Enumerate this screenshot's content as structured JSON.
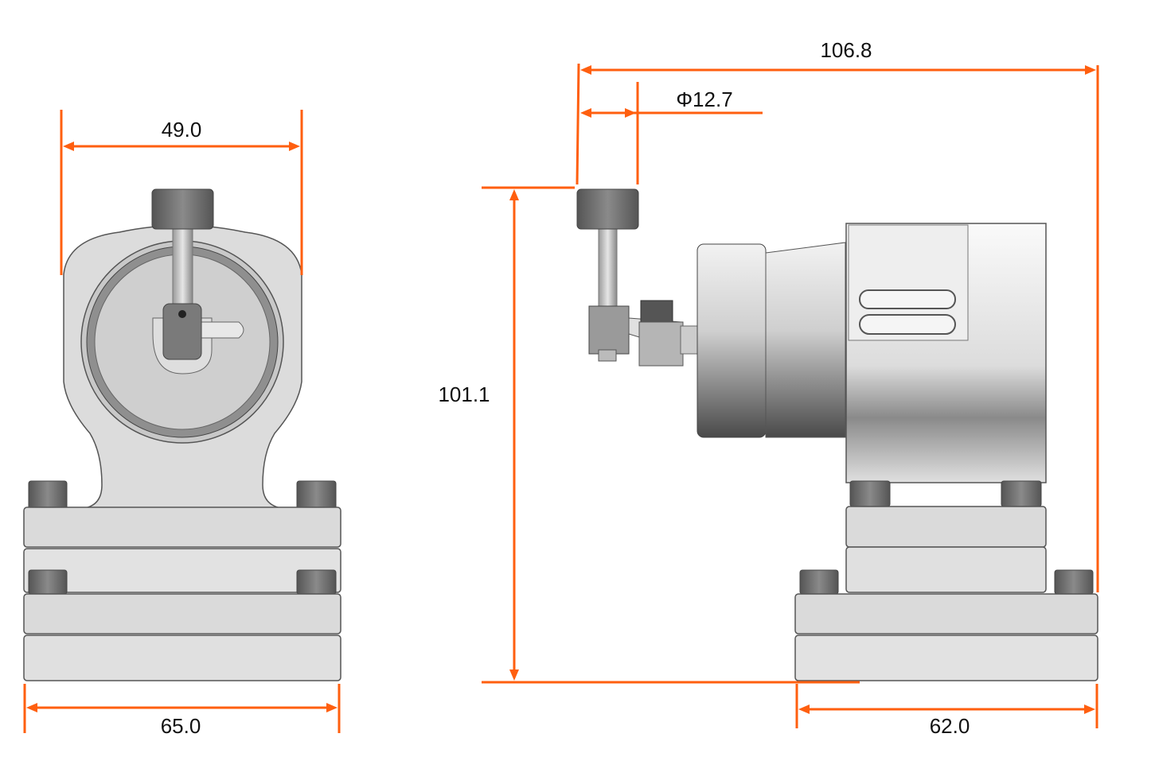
{
  "dimensions": {
    "front_top_width": "49.0",
    "front_base_width": "65.0",
    "side_total_length": "106.8",
    "side_probe_diameter": "Φ12.7",
    "side_height": "101.1",
    "side_base_width": "62.0"
  },
  "colors": {
    "dimension_line": "#FF5F0F",
    "body": "#d9d9d9",
    "knob": "#6e6e6e"
  }
}
